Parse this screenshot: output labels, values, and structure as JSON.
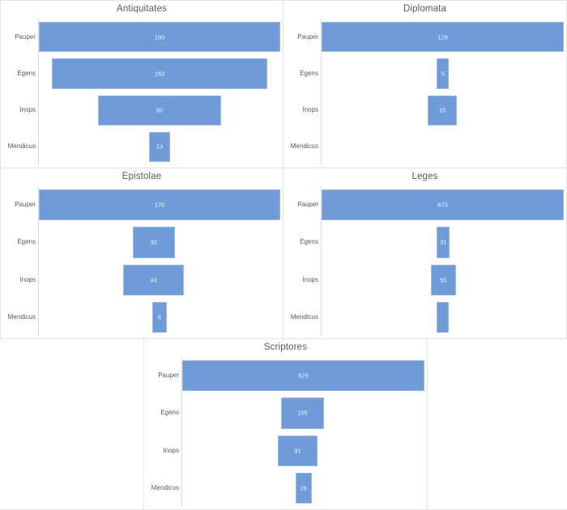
{
  "chart_data": [
    {
      "type": "bar",
      "title": "Antiquitates",
      "xlabel": "",
      "ylabel": "",
      "categories": [
        "Pauper",
        "Egens",
        "Inops",
        "Mendicus"
      ],
      "values": [
        180,
        163,
        92,
        13
      ],
      "labels": [
        "180",
        "163",
        "92",
        "13"
      ],
      "bar_start_pct": [
        0,
        5.5,
        24.5,
        45.5
      ],
      "bar_end_pct": [
        100,
        94.5,
        75.5,
        54.5
      ],
      "grid": false,
      "legend": "none"
    },
    {
      "type": "bar",
      "title": "Diplomata",
      "xlabel": "",
      "ylabel": "",
      "categories": [
        "Pauper",
        "Egens",
        "Inops",
        "Mendicus"
      ],
      "values": [
        126,
        5,
        15,
        null
      ],
      "labels": [
        "126",
        "5",
        "15",
        ""
      ],
      "bar_start_pct": [
        0,
        47.6,
        43.8,
        null
      ],
      "bar_end_pct": [
        100,
        52.6,
        56.0,
        null
      ],
      "grid": false,
      "legend": "none"
    },
    {
      "type": "bar",
      "title": "Epistolae",
      "xlabel": "",
      "ylabel": "",
      "categories": [
        "Pauper",
        "Egens",
        "Inops",
        "Mendicus"
      ],
      "values": [
        170,
        32,
        43,
        6
      ],
      "labels": [
        "170",
        "32",
        "43",
        "6"
      ],
      "bar_start_pct": [
        0,
        38.8,
        35.0,
        47.0
      ],
      "bar_end_pct": [
        100,
        56.3,
        60.0,
        53.0
      ],
      "grid": false,
      "legend": "none"
    },
    {
      "type": "bar",
      "title": "Leges",
      "xlabel": "",
      "ylabel": "",
      "categories": [
        "Pauper",
        "Egens",
        "Inops",
        "Mendicus"
      ],
      "values": [
        670,
        31,
        50,
        null
      ],
      "labels": [
        "670",
        "31",
        "50",
        ""
      ],
      "bar_start_pct": [
        0,
        47.5,
        45.0,
        47.5
      ],
      "bar_end_pct": [
        100,
        53.0,
        55.5,
        52.5
      ],
      "grid": false,
      "legend": "none"
    },
    {
      "type": "bar",
      "title": "Scriptores",
      "xlabel": "",
      "ylabel": "",
      "categories": [
        "Pauper",
        "Egens",
        "Inops",
        "Mendicus"
      ],
      "values": [
        625,
        105,
        91,
        26
      ],
      "labels": [
        "625",
        "105",
        "91",
        "26"
      ],
      "bar_start_pct": [
        0,
        40.8,
        39.3,
        46.8
      ],
      "bar_end_pct": [
        100,
        58.5,
        56.0,
        53.4
      ],
      "grid": false,
      "legend": "none"
    }
  ],
  "style": {
    "bar_color": "#6f9bd8",
    "bar_border_color": "#9bbbe4",
    "panel_border_color": "#e3e3e3",
    "axis_color": "#d9d9d9",
    "title_color": "#5a5a5a",
    "label_color": "#595959",
    "value_color": "#f2f6fb",
    "background": "#ffffff"
  }
}
